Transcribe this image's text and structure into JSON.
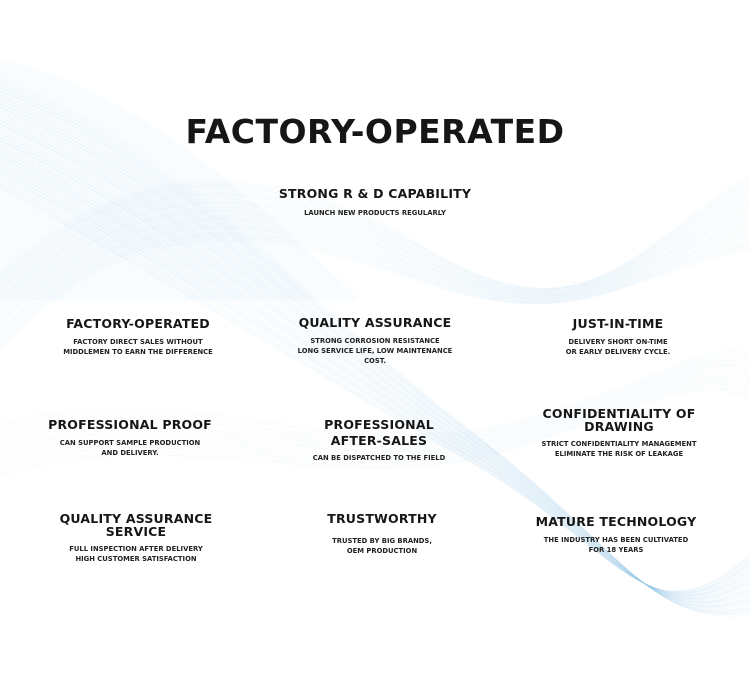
{
  "main_title": "FACTORY-OPERATED",
  "top_feature": {
    "title": "STRONG R & D CAPABILITY",
    "desc": "LAUNCH NEW PRODUCTS REGULARLY"
  },
  "features": [
    {
      "title": "FACTORY-OPERATED",
      "desc": "FACTORY DIRECT SALES WITHOUT\nMIDDLEMEN TO EARN THE DIFFERENCE"
    },
    {
      "title": "QUALITY ASSURANCE",
      "desc": "STRONG CORROSION RESISTANCE\nLONG SERVICE LIFE, LOW MAINTENANCE\nCOST."
    },
    {
      "title": "JUST-IN-TIME",
      "desc": "DELIVERY SHORT ON-TIME\nOR EARLY DELIVERY CYCLE."
    },
    {
      "title": "PROFESSIONAL PROOF",
      "desc": "CAN SUPPORT SAMPLE PRODUCTION\nAND DELIVERY."
    },
    {
      "title": "PROFESSIONAL\nAFTER-SALES",
      "desc": "CAN BE DISPATCHED TO THE FIELD"
    },
    {
      "title": "CONFIDENTIALITY OF\nDRAWING",
      "desc": "STRICT CONFIDENTIALITY MANAGEMENT\nELIMINATE THE RISK OF LEAKAGE"
    },
    {
      "title": "QUALITY ASSURANCE\nSERVICE",
      "desc": "FULL INSPECTION AFTER DELIVERY\nHIGH CUSTOMER SATISFACTION"
    },
    {
      "title": "TRUSTWORTHY",
      "desc": "TRUSTED BY BIG BRANDS,\nOEM PRODUCTION"
    },
    {
      "title": "MATURE TECHNOLOGY",
      "desc": "THE INDUSTRY HAS BEEN CULTIVATED\nFOR 18 YEARS"
    }
  ],
  "colors": {
    "wave": "#8fc4e6",
    "text": "#161616"
  }
}
